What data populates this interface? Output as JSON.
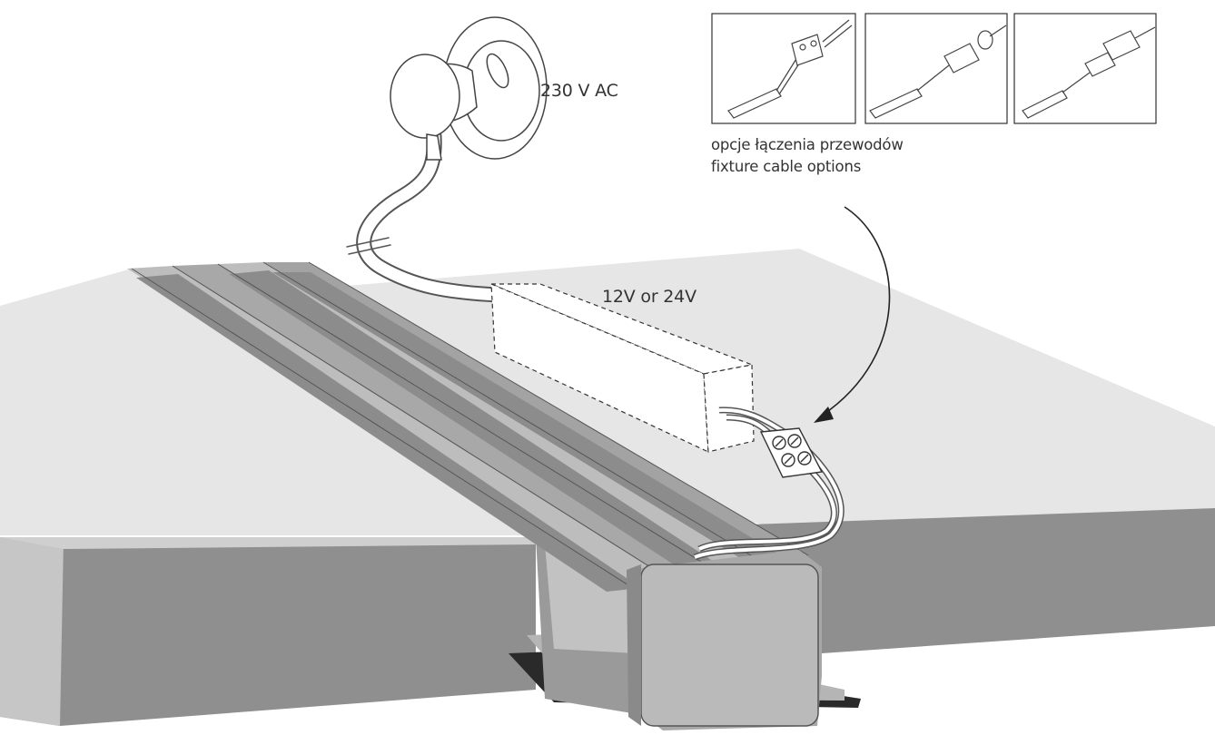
{
  "labels": {
    "mains_voltage": "230 V AC",
    "driver_voltage": "12V or 24V",
    "cable_options_pl": "opcje łączenia przewodów",
    "cable_options_en": "fixture cable options"
  },
  "icons": {
    "outlet": "wall-socket-plug-icon",
    "driver": "power-supply-icon",
    "connector": "terminal-block-icon"
  },
  "colors": {
    "board_top": "#e6e6e6",
    "board_side": "#8f8f8f",
    "profile_light": "#bdbdbd",
    "profile_mid": "#a3a3a3",
    "profile_dark": "#7a7a7a",
    "line": "#333333"
  }
}
